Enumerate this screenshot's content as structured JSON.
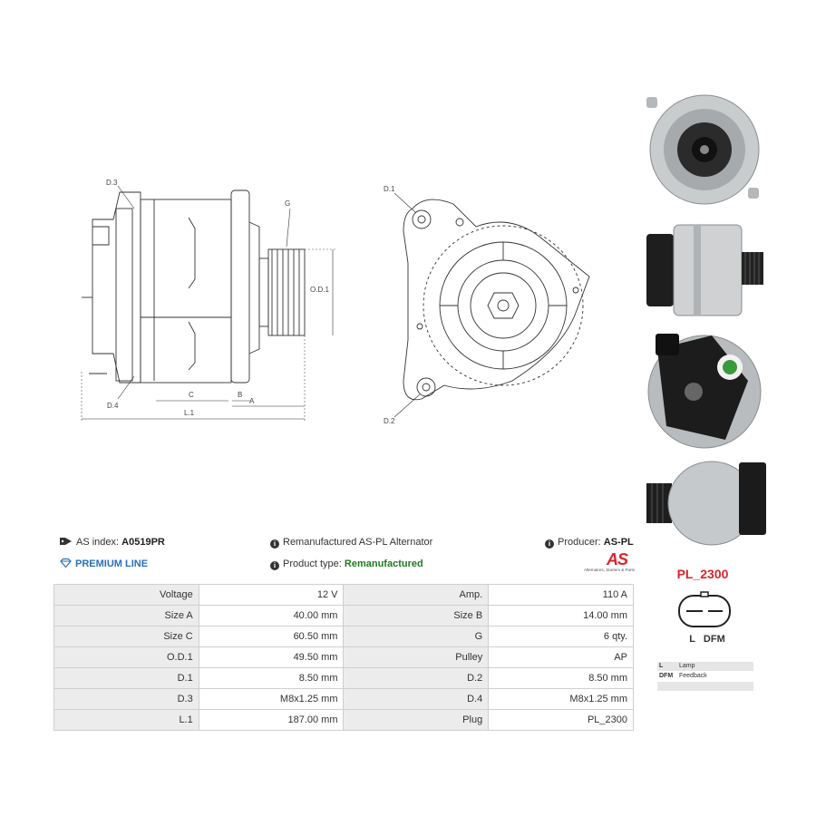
{
  "drawing": {
    "labels": {
      "d3": "D.3",
      "d4": "D.4",
      "g": "G",
      "od1": "O.D.1",
      "c": "C",
      "b": "B",
      "a": "A",
      "l1": "L.1",
      "d1": "D.1",
      "d2": "D.2"
    }
  },
  "photos": [
    {
      "name": "alternator-front-view-photo"
    },
    {
      "name": "alternator-side-view-photo"
    },
    {
      "name": "alternator-rear-view-photo"
    },
    {
      "name": "alternator-angled-view-photo"
    }
  ],
  "info": {
    "as_index_label": "AS index:",
    "as_index_value": "A0519PR",
    "premium_line": "PREMIUM LINE",
    "description": "Remanufactured AS-PL Alternator",
    "product_type_label": "Product type:",
    "product_type_value": "Remanufactured",
    "producer_label": "Producer:",
    "producer_value": "AS-PL",
    "logo_text": "AS",
    "logo_tagline": "Alternators, Starters & Parts"
  },
  "specs": [
    {
      "label1": "Voltage",
      "value1": "12 V",
      "label2": "Amp.",
      "value2": "110 A"
    },
    {
      "label1": "Size A",
      "value1": "40.00 mm",
      "label2": "Size B",
      "value2": "14.00 mm"
    },
    {
      "label1": "Size C",
      "value1": "60.50 mm",
      "label2": "G",
      "value2": "6 qty."
    },
    {
      "label1": "O.D.1",
      "value1": "49.50 mm",
      "label2": "Pulley",
      "value2": "AP"
    },
    {
      "label1": "D.1",
      "value1": "8.50 mm",
      "label2": "D.2",
      "value2": "8.50 mm"
    },
    {
      "label1": "D.3",
      "value1": "M8x1.25 mm",
      "label2": "D.4",
      "value2": "M8x1.25 mm"
    },
    {
      "label1": "L.1",
      "value1": "187.00 mm",
      "label2": "Plug",
      "value2": "PL_2300"
    }
  ],
  "plug": {
    "code": "PL_2300",
    "pins_label": "L   DFM",
    "legend": [
      {
        "key": "L",
        "desc": "Lamp"
      },
      {
        "key": "DFM",
        "desc": "Feedback"
      },
      {
        "key": "",
        "desc": ""
      },
      {
        "key": "",
        "desc": ""
      }
    ]
  },
  "colors": {
    "accent_red": "#d7262d",
    "premium_blue": "#2a6fb8",
    "type_green": "#1f7a1f",
    "table_label_bg": "#ececec"
  }
}
